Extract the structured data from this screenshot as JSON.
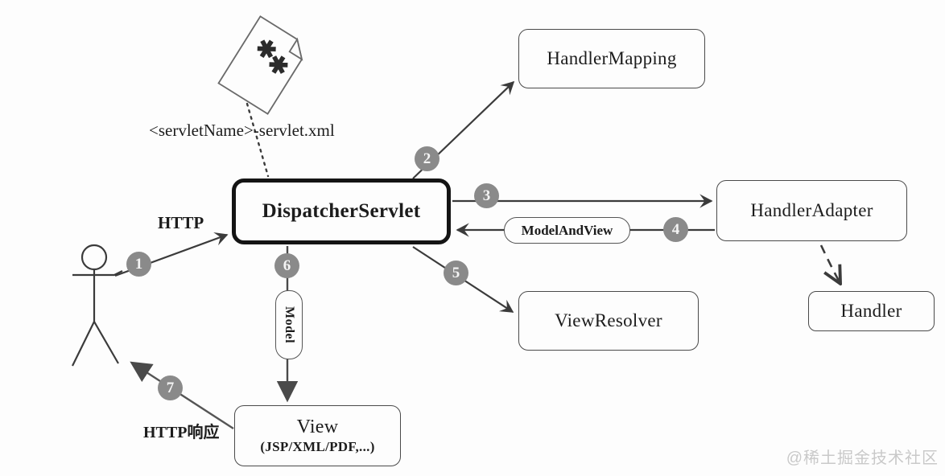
{
  "diagram": {
    "nodes": {
      "dispatcher": "DispatcherServlet",
      "handler_mapping": "HandlerMapping",
      "handler_adapter": "HandlerAdapter",
      "handler": "Handler",
      "view_resolver": "ViewResolver",
      "view_title": "View",
      "view_subtitle": "(JSP/XML/PDF,...)"
    },
    "labels": {
      "config_file": "<servletName>-servlet.xml",
      "http_request": "HTTP",
      "model_and_view": "ModelAndView",
      "model": "Model",
      "http_response": "HTTP响应"
    },
    "steps": [
      "1",
      "2",
      "3",
      "4",
      "5",
      "6",
      "7"
    ],
    "icons": {
      "document_glyph": "✱"
    },
    "watermark": "@稀土掘金技术社区",
    "colors": {
      "line": "#3b3b3b",
      "box_border": "#4a4a4a",
      "main_border": "#141414",
      "step_circle": "#8a8a8a",
      "watermark": "#c9c9c9",
      "background": "#fdfdfd"
    }
  }
}
